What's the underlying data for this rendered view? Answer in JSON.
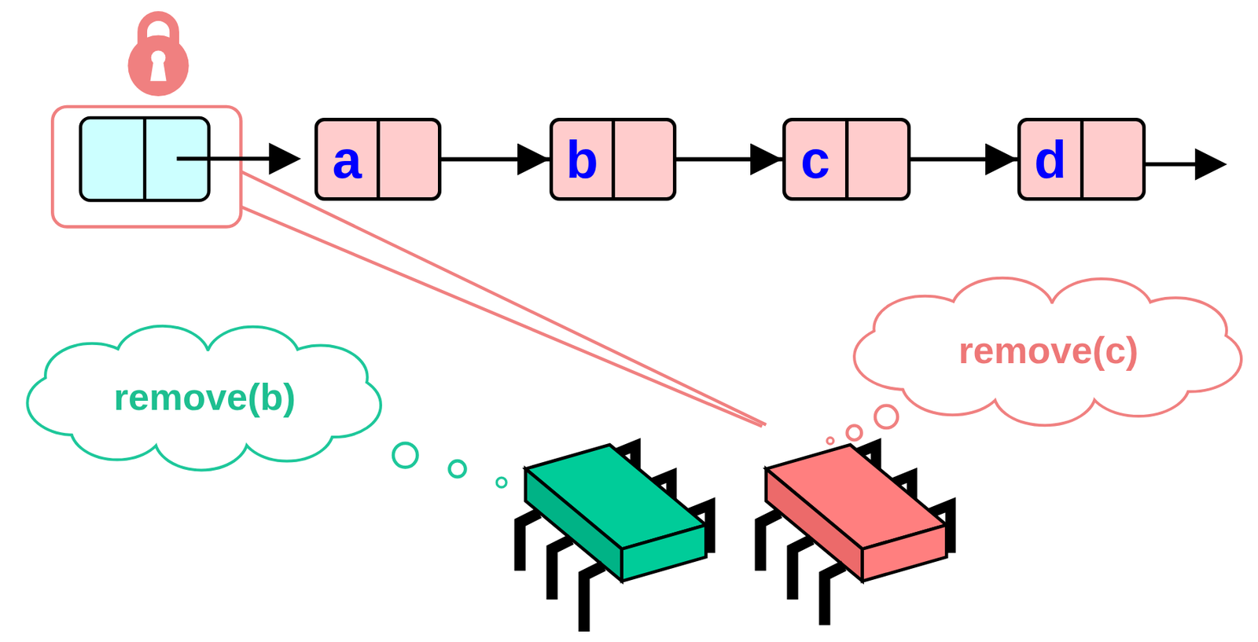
{
  "diagram": {
    "nodes": [
      {
        "text": [
          "a"
        ]
      },
      {
        "text": [
          "b"
        ]
      },
      {
        "text": [
          "c"
        ]
      },
      {
        "text": [
          "d"
        ]
      },
      {
        "text": [
          "remove(b)"
        ]
      },
      {
        "text": [
          "remove(c)"
        ]
      }
    ],
    "edges": [
      {
        "from": 0,
        "to": 1,
        "arrow": "to"
      },
      {
        "from": 1,
        "to": 2,
        "arrow": "to"
      },
      {
        "from": 2,
        "to": 3,
        "arrow": "to"
      }
    ]
  }
}
